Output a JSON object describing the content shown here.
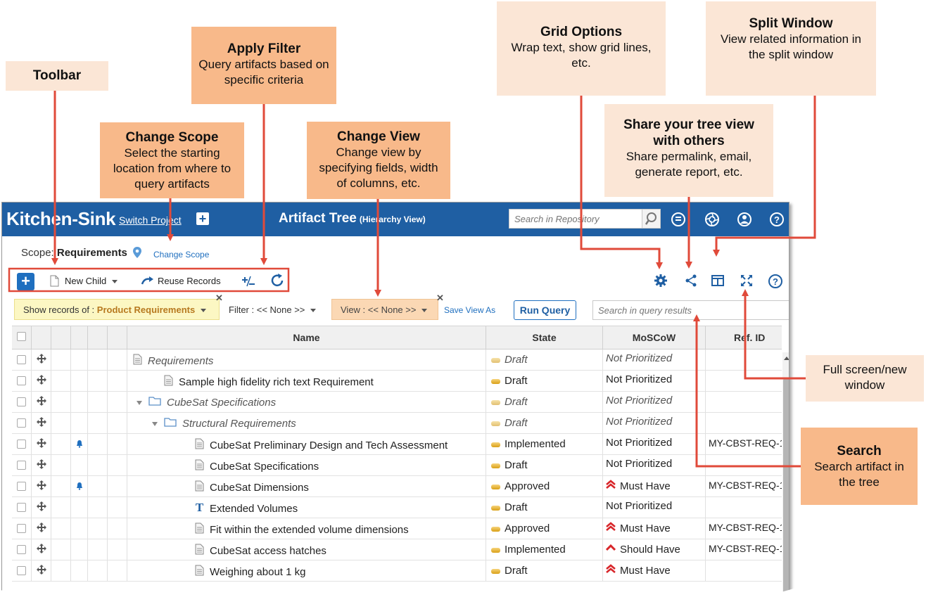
{
  "callouts": {
    "toolbar": {
      "title": "Toolbar"
    },
    "apply_filter": {
      "title": "Apply Filter",
      "desc": "Query artifacts based on specific criteria"
    },
    "change_scope": {
      "title": "Change Scope",
      "desc": "Select the starting location from where to query artifacts"
    },
    "change_view": {
      "title": "Change View",
      "desc": "Change view by specifying fields, width of columns, etc."
    },
    "grid_options": {
      "title": "Grid Options",
      "desc": "Wrap text, show grid lines, etc."
    },
    "share": {
      "title": "Share your tree view with others",
      "desc": "Share permalink, email, generate report, etc."
    },
    "split": {
      "title": "Split Window",
      "desc": "View related information in the split window"
    },
    "fullscreen": {
      "desc": "Full screen/new window"
    },
    "search": {
      "title": "Search",
      "desc": "Search artifact in the tree"
    }
  },
  "header": {
    "brand": "Kitchen-Sink",
    "switch_project": "Switch Project",
    "title": "Artifact Tree",
    "title_sub": "(Hierarchy View)",
    "search_placeholder": "Search in Repository"
  },
  "scope": {
    "label": "Scope:",
    "value": "Requirements",
    "change": "Change Scope"
  },
  "toolbar": {
    "new_child": "New Child",
    "reuse": "Reuse Records"
  },
  "filters": {
    "show_label": "Show records of :",
    "show_value": "Product Requirements",
    "filter_label": "Filter : << None >>",
    "view_label": "View : << None >>",
    "save_view": "Save View As",
    "run_query": "Run Query",
    "query_placeholder": "Search in query results"
  },
  "grid": {
    "columns": [
      "Name",
      "State",
      "MoSCoW",
      "Ref. ID"
    ],
    "rows": [
      {
        "name": "Requirements",
        "state": "Draft",
        "moscow": "Not Prioritized",
        "ref": ""
      },
      {
        "name": "Sample high fidelity rich text Requirement",
        "state": "Draft",
        "moscow": "Not Prioritized",
        "ref": ""
      },
      {
        "name": "CubeSat Specifications",
        "state": "Draft",
        "moscow": "Not Prioritized",
        "ref": ""
      },
      {
        "name": "Structural Requirements",
        "state": "Draft",
        "moscow": "Not Prioritized",
        "ref": ""
      },
      {
        "name": "CubeSat Preliminary Design and Tech Assessment",
        "state": "Implemented",
        "moscow": "Not Prioritized",
        "ref": "MY-CBST-REQ-1"
      },
      {
        "name": "CubeSat Specifications",
        "state": "Draft",
        "moscow": "Not Prioritized",
        "ref": ""
      },
      {
        "name": "CubeSat Dimensions",
        "state": "Approved",
        "moscow": "Must Have",
        "ref": "MY-CBST-REQ-1"
      },
      {
        "name": "Extended Volumes",
        "state": "Draft",
        "moscow": "Not Prioritized",
        "ref": ""
      },
      {
        "name": "Fit within the extended volume dimensions",
        "state": "Approved",
        "moscow": "Must Have",
        "ref": "MY-CBST-REQ-1"
      },
      {
        "name": "CubeSat access hatches",
        "state": "Implemented",
        "moscow": "Should Have",
        "ref": "MY-CBST-REQ-1"
      },
      {
        "name": "Weighing about 1 kg",
        "state": "Draft",
        "moscow": "Must Have",
        "ref": ""
      }
    ]
  },
  "colors": {
    "header_blue": "#1f5fa3",
    "callout_light": "#fbe6d6",
    "callout_dark": "#f8b98a",
    "arrow_red": "#e04a3a"
  }
}
